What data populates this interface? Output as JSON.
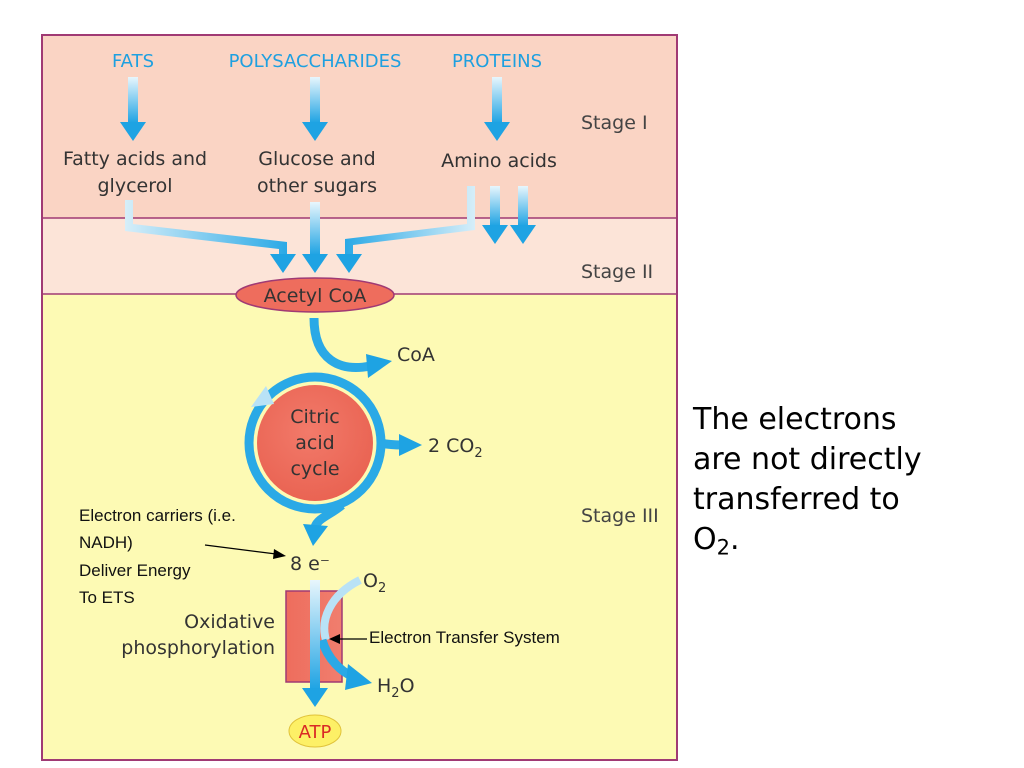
{
  "sources": {
    "fats": "FATS",
    "polysaccharides": "POLYSACCHARIDES",
    "proteins": "PROTEINS"
  },
  "products": {
    "fatty_acids_line1": "Fatty acids and",
    "fatty_acids_line2": "glycerol",
    "glucose_line1": "Glucose and",
    "glucose_line2": "other sugars",
    "amino_acids": "Amino acids"
  },
  "stages": {
    "stage1": "Stage I",
    "stage2": "Stage II",
    "stage3": "Stage III"
  },
  "acetyl_coa": "Acetyl CoA",
  "coa": "CoA",
  "citric_cycle": {
    "line1": "Citric",
    "line2": "acid",
    "line3": "cycle"
  },
  "co2": {
    "prefix": "2 CO",
    "sub": "2"
  },
  "electrons": "8 e⁻",
  "o2": {
    "base": "O",
    "sub": "2"
  },
  "h2o": {
    "base1": "H",
    "sub": "2",
    "base2": "O"
  },
  "oxidative": {
    "line1": "Oxidative",
    "line2": "phosphorylation"
  },
  "atp": "ATP",
  "annotation_carriers": {
    "line1": "Electron carriers (i.e.",
    "line2": "NADH)",
    "line3": "Deliver Energy",
    "line4": "To ETS"
  },
  "annotation_ets": "Electron Transfer System",
  "side_note": {
    "line1": "The electrons",
    "line2": "are not directly",
    "line3": "transferred to",
    "o_base": "O",
    "o_sub": "2",
    "period": "."
  },
  "colors": {
    "stage1_bg": "#fad4c4",
    "stage2_bg": "#fce4d8",
    "stage3_bg": "#fdfab4",
    "border": "#a03a74",
    "arrow": "#2aa9e6",
    "node_fill": "#ee6d5d",
    "atp_fill": "#fdf066",
    "atp_text": "#d92a26"
  }
}
